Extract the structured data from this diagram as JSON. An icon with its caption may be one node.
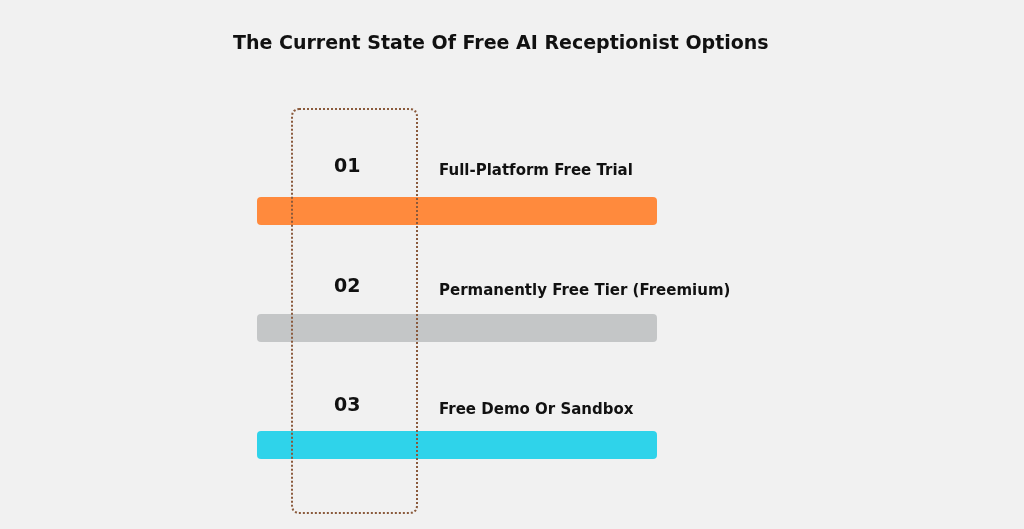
{
  "diagram": {
    "title": "The Current State Of Free AI Receptionist Options",
    "nodes": [
      {
        "text": [],
        "shape": "bar"
      },
      {
        "text": [],
        "shape": "bar"
      },
      {
        "text": [],
        "shape": "bar"
      }
    ],
    "labels": [
      "01",
      "Full-Platform Free Trial",
      "02",
      "Permanently Free Tier (Freemium)",
      "03",
      "Free Demo Or Sandbox"
    ]
  }
}
